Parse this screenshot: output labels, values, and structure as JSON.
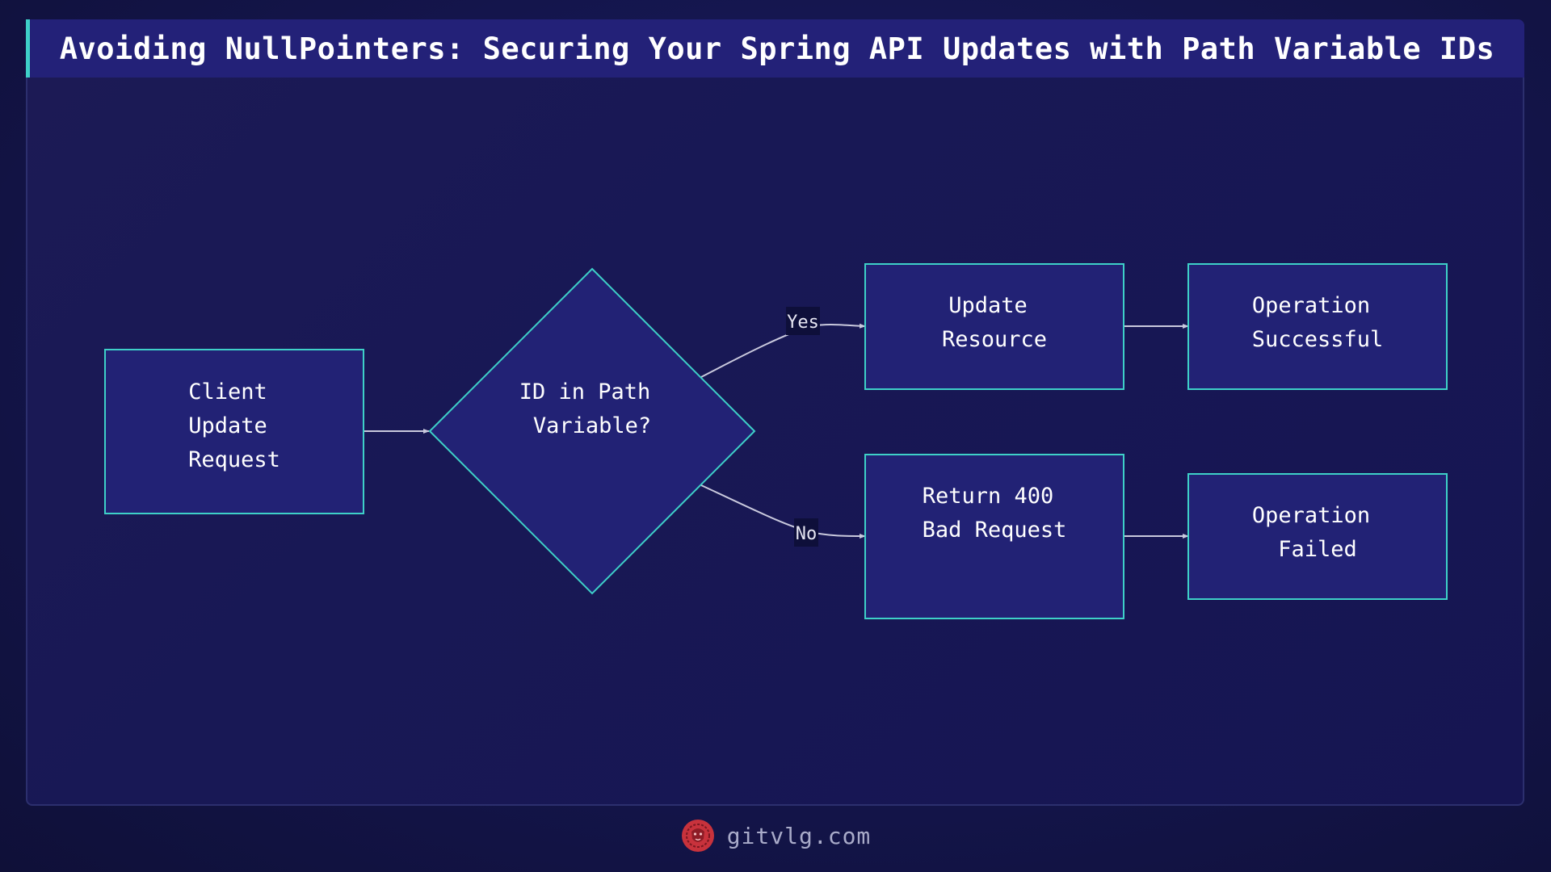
{
  "title": "Avoiding NullPointers: Securing Your Spring API Updates with Path Variable IDs",
  "colors": {
    "node_fill": "#222275",
    "node_stroke": "#3ed0c8",
    "edge": "#c9c9dd",
    "accent": "#3ed0c8",
    "logo": "#c8323c"
  },
  "nodes": {
    "client": {
      "lines": [
        "Client",
        "Update",
        "Request"
      ]
    },
    "decision": {
      "lines": [
        "ID in Path",
        "Variable?"
      ]
    },
    "update": {
      "lines": [
        "Update",
        "Resource"
      ]
    },
    "success": {
      "lines": [
        "Operation",
        "Successful"
      ]
    },
    "bad_request": {
      "lines": [
        "Return 400",
        "Bad Request"
      ]
    },
    "failed": {
      "lines": [
        "Operation",
        "Failed"
      ]
    }
  },
  "edges": {
    "yes_label": "Yes",
    "no_label": "No"
  },
  "footer": {
    "logo_icon": "lion-head-icon",
    "text": "gitvlg.com"
  }
}
